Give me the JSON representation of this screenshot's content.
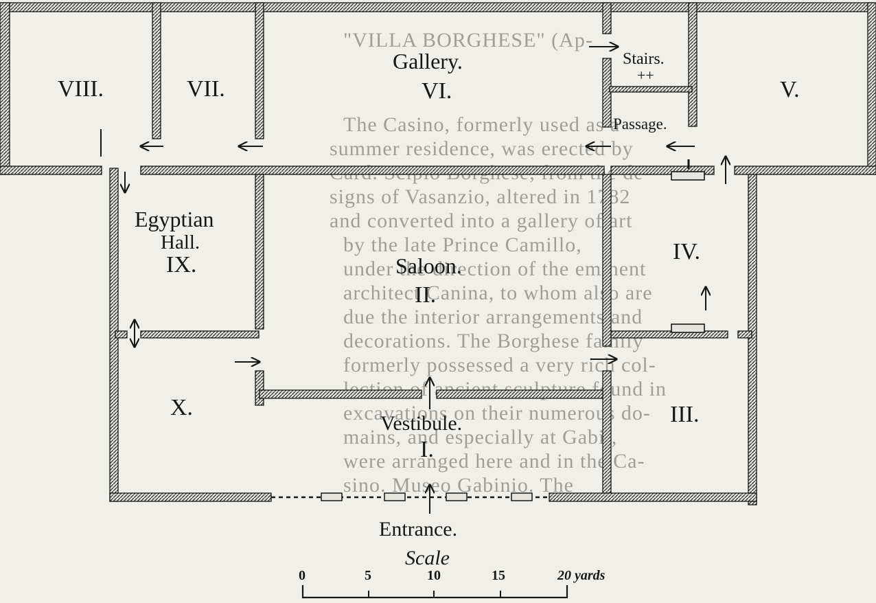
{
  "rooms": {
    "viii": "VIII.",
    "vii": "VII.",
    "gallery": "Gallery.",
    "vi": "VI.",
    "stairs": "Stairs.",
    "crosses": "++",
    "passage": "Passage.",
    "v": "V.",
    "egyptian": "Egyptian",
    "hall": "Hall.",
    "ix": "IX.",
    "saloon": "Saloon.",
    "ii": "II.",
    "iv": "IV.",
    "x": "X.",
    "vestibule": "Vestibule.",
    "i": "I.",
    "iii": "III.",
    "entrance": "Entrance."
  },
  "scale": {
    "title": "Scale",
    "ticks": [
      "0",
      "5",
      "10",
      "15",
      "20 yards"
    ]
  },
  "background_text": [
    "\"VILLA BORGHESE\" (Ap-",
    "The Casino, formerly used as a",
    "summer residence, was erected by",
    "Card. Scipio Borghese, from the de-",
    "signs of Vasanzio, altered in 1782",
    "and converted into a gallery of art",
    "by the late Prince Camillo,",
    "under the direction of the eminent",
    "architect Canina, to whom also are",
    "due the interior arrangements and",
    "decorations. The Borghese family",
    "formerly possessed a very rich col-",
    "lection of ancient sculpture found in",
    "excavations on their numerous do-",
    "mains, and especially at Gabii,",
    "were arranged here and in the Ca-",
    "sino. Museo Gabinio. The"
  ]
}
